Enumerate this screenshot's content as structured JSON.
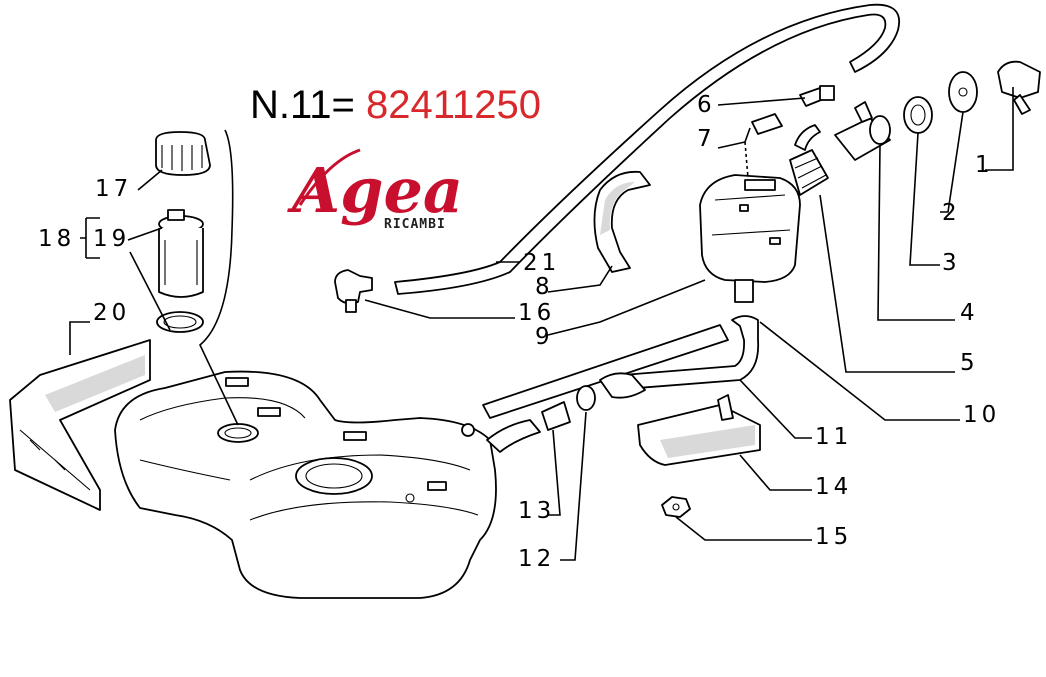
{
  "header": {
    "part_prefix": "N.11=",
    "part_code": "82411250"
  },
  "logo": {
    "brand": "Agea",
    "tagline": "RICAMBI"
  },
  "callouts": [
    "1",
    "2",
    "3",
    "4",
    "5",
    "6",
    "7",
    "8",
    "9",
    "10",
    "11",
    "12",
    "13",
    "14",
    "15",
    "16",
    "17",
    "18",
    "19",
    "20",
    "21"
  ],
  "colors": {
    "code_red": "#d8282c",
    "logo_red": "#c8102e",
    "line": "#000000"
  }
}
